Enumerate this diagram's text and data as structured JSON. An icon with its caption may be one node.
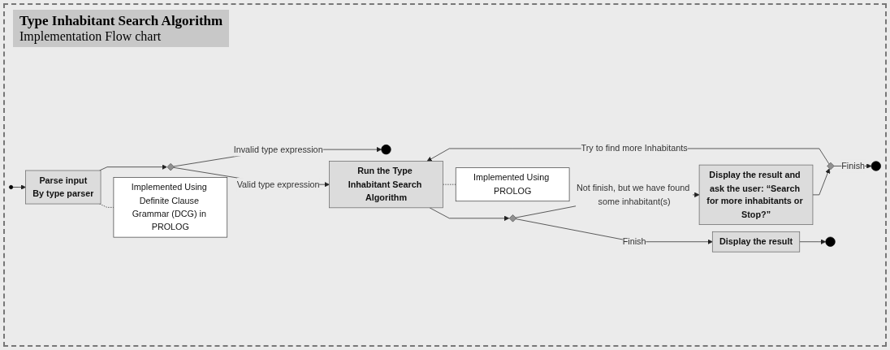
{
  "diagram": {
    "title": "Type Inhabitant Search Algorithm",
    "nodes": [
      {
        "text": [],
        "shape": "circle"
      },
      {
        "text": [
          "Parse input",
          "By type parser"
        ]
      },
      {
        "text": [],
        "shape": "diamond"
      },
      {
        "text": [],
        "shape": "circle"
      },
      {
        "text": [
          "Run the Type Inhabitant Search Algorithm"
        ]
      },
      {
        "text": [],
        "shape": "diamond"
      },
      {
        "text": [
          "Display the result and ask the user: “Search for more inhabitants or Stop?”"
        ]
      },
      {
        "text": [],
        "shape": "diamond"
      },
      {
        "text": [],
        "shape": "circle"
      },
      {
        "text": [
          "Display the result"
        ]
      },
      {
        "text": [],
        "shape": "circle"
      },
      {
        "text": [
          "Implemented Using Definite Clause Grammar (DCG) in PROLOG"
        ]
      },
      {
        "text": [
          "Implemented Using PROLOG"
        ]
      }
    ],
    "edges": [
      {
        "from": 0,
        "to": 1,
        "arrow": "to"
      },
      {
        "from": 1,
        "to": 2,
        "arrow": "to"
      },
      {
        "from": 2,
        "to": 4,
        "arrow": "to",
        "label": "Valid type expression"
      },
      {
        "from": 2,
        "to": 3,
        "arrow": "to",
        "label": "Invalid type expression"
      },
      {
        "from": 4,
        "to": 5,
        "arrow": "to"
      },
      {
        "from": 5,
        "to": 6,
        "arrow": "to",
        "label": "Not finish, but we have found some inhabitant(s)"
      },
      {
        "from": 5,
        "to": 9,
        "arrow": "to",
        "label": "Finish"
      },
      {
        "from": 6,
        "to": 7,
        "arrow": "to"
      },
      {
        "from": 7,
        "to": 8,
        "arrow": "to",
        "label": "Finish"
      },
      {
        "from": 7,
        "to": 4,
        "arrow": "to",
        "label": "Try to find more Inhabitants"
      },
      {
        "from": 9,
        "to": 10,
        "arrow": "to"
      },
      {
        "from": 1,
        "to": 11,
        "arrow": "none",
        "style": "dashed"
      },
      {
        "from": 4,
        "to": 12,
        "arrow": "none",
        "style": "dashed"
      }
    ],
    "labels": [
      "Implementation Flow chart"
    ]
  }
}
